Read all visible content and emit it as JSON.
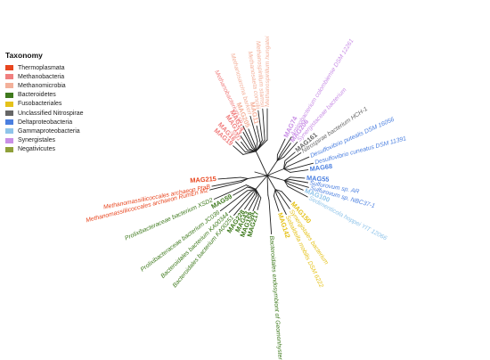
{
  "legend": {
    "title": "Taxonomy",
    "items": [
      {
        "label": "Thermoplasmata",
        "color": "#e8461f"
      },
      {
        "label": "Methanobacteria",
        "color": "#f07f7f"
      },
      {
        "label": "Methanomicrobia",
        "color": "#f3b09a"
      },
      {
        "label": "Bacteroidetes",
        "color": "#3f7a1e"
      },
      {
        "label": "Fusobacteriales",
        "color": "#e5c21a"
      },
      {
        "label": "Unclassified Nitrospirae",
        "color": "#666666"
      },
      {
        "label": "Deltaproteobacteria",
        "color": "#4a7fe0"
      },
      {
        "label": "Gammaproteobacteria",
        "color": "#8fc4ea"
      },
      {
        "label": "Synergistales",
        "color": "#c98fe6"
      },
      {
        "label": "Negativicutes",
        "color": "#8fa03a"
      }
    ]
  },
  "leaves": [
    {
      "text": "Methanomassiliicoccales archaeon RumEn M2",
      "group": 0,
      "bold": false
    },
    {
      "text": "MAG215",
      "group": 0,
      "bold": true
    },
    {
      "text": "Methanomassiliicoccales archaeon PtaB",
      "group": 0,
      "bold": false
    },
    {
      "text": "MAG19",
      "group": 1,
      "bold": true
    },
    {
      "text": "MAG16",
      "group": 1,
      "bold": true
    },
    {
      "text": "SM1",
      "group": 1,
      "bold": false
    },
    {
      "text": "MAG13",
      "group": 1,
      "bold": true
    },
    {
      "text": "MAG14",
      "group": 1,
      "bold": true
    },
    {
      "text": "Methanobacterium sp.",
      "group": 1,
      "bold": false
    },
    {
      "text": "MAG205",
      "group": 2,
      "bold": true
    },
    {
      "text": "Methanosarcina barkeri",
      "group": 2,
      "bold": false
    },
    {
      "text": "MAG11",
      "group": 2,
      "bold": true
    },
    {
      "text": "Methanosaeta concilii",
      "group": 2,
      "bold": false
    },
    {
      "text": "Methanospirillum stamsii",
      "group": 2,
      "bold": false
    },
    {
      "text": "Methanospirillum hungatei",
      "group": 2,
      "bold": false
    },
    {
      "text": "MAG74",
      "group": 8,
      "bold": true
    },
    {
      "text": "Aminobacterium colombiense DSM 12261",
      "group": 8,
      "bold": false
    },
    {
      "text": "MAG206",
      "group": 8,
      "bold": true
    },
    {
      "text": "Synergistaceae bacterium",
      "group": 8,
      "bold": false
    },
    {
      "text": "MAG161",
      "group": 5,
      "bold": true
    },
    {
      "text": "Nitrospirae bacterium HCH-1",
      "group": 5,
      "bold": false
    },
    {
      "text": "Desulfovibrio putealis DSM 16056",
      "group": 6,
      "bold": false
    },
    {
      "text": "Desulfovibrio cuneatus DSM 11391",
      "group": 6,
      "bold": false
    },
    {
      "text": "MAG68",
      "group": 6,
      "bold": true
    },
    {
      "text": "MAG55",
      "group": 6,
      "bold": true
    },
    {
      "text": "Sulfurovum sp. AR",
      "group": 6,
      "bold": false
    },
    {
      "text": "Sulfurovum sp. NBC37-1",
      "group": 6,
      "bold": false
    },
    {
      "text": "MAG100",
      "group": 7,
      "bold": true
    },
    {
      "text": "Sedimenticola hoppei YIT 12066",
      "group": 7,
      "bold": false
    },
    {
      "text": "MAG150",
      "group": 4,
      "bold": true
    },
    {
      "text": "Synergistales bacterium",
      "group": 4,
      "bold": false
    },
    {
      "text": "Sebaldella mobilis DSM 6222",
      "group": 4,
      "bold": false
    },
    {
      "text": "MAG142",
      "group": 4,
      "bold": true
    },
    {
      "text": "Bacteroidales endosymbiont of Geomonhystera sp.",
      "group": 3,
      "bold": false
    },
    {
      "text": "MAG217",
      "group": 3,
      "bold": true
    },
    {
      "text": "MAG158",
      "group": 3,
      "bold": true
    },
    {
      "text": "MAG43",
      "group": 3,
      "bold": true
    },
    {
      "text": "MAG228",
      "group": 3,
      "bold": true
    },
    {
      "text": "Bacteroidales bacterium KA00251",
      "group": 3,
      "bold": false
    },
    {
      "text": "Bacteroidales bacterium KA00344",
      "group": 3,
      "bold": false
    },
    {
      "text": "Prolixibacteraceae bacterium JC036",
      "group": 3,
      "bold": false
    },
    {
      "text": "MAG59",
      "group": 3,
      "bold": true
    },
    {
      "text": "Prolixibacteraceae bacterium XSD2",
      "group": 3,
      "bold": false
    }
  ]
}
